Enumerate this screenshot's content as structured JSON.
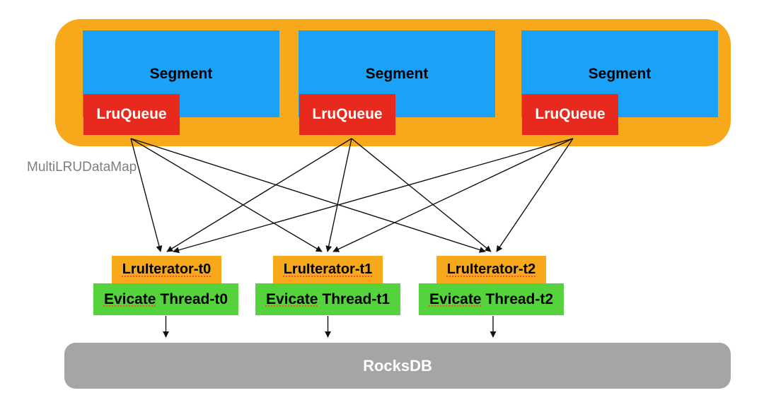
{
  "diagram": {
    "map_label": "MultiLRUDataMap",
    "segments": [
      {
        "label": "Segment",
        "queue": "LruQueue"
      },
      {
        "label": "Segment",
        "queue": "LruQueue"
      },
      {
        "label": "Segment",
        "queue": "LruQueue"
      }
    ],
    "iterators": [
      {
        "label": "LruIterator-t0"
      },
      {
        "label": "LruIterator-t1"
      },
      {
        "label": "LruIterator-t2"
      }
    ],
    "threads": [
      {
        "first": "Evicate",
        "rest": "Thread-t0"
      },
      {
        "first": "Evicate",
        "rest": "Thread-t1"
      },
      {
        "first": "Evicate",
        "rest": "Thread-t2"
      }
    ],
    "database": {
      "label": "RocksDB"
    },
    "colors": {
      "container_orange": "#F7A81B",
      "segment_blue": "#19A2F7",
      "queue_red": "#E8291D",
      "iterator_orange": "#F7A81B",
      "thread_green": "#54D33D",
      "db_gray": "#A5A5A5",
      "map_label_gray": "#7F7F7F",
      "arrow_black": "#111111",
      "spellcheck_red": "#FF4A3A"
    }
  }
}
